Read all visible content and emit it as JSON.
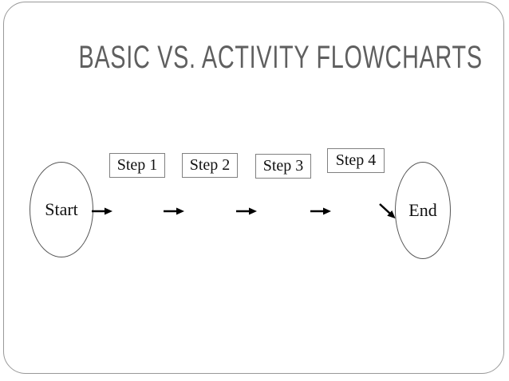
{
  "slide": {
    "title": "BASIC VS. ACTIVITY FLOWCHARTS",
    "title_color": "#5f5f5f"
  },
  "flowchart": {
    "start_label": "Start",
    "end_label": "End",
    "steps": [
      {
        "label": "Step 1"
      },
      {
        "label": "Step 2"
      },
      {
        "label": "Step 3"
      },
      {
        "label": "Step 4"
      }
    ],
    "shape_border_color": "#808080",
    "ellipse_border_color": "#555555",
    "arrow_color": "#000000"
  }
}
